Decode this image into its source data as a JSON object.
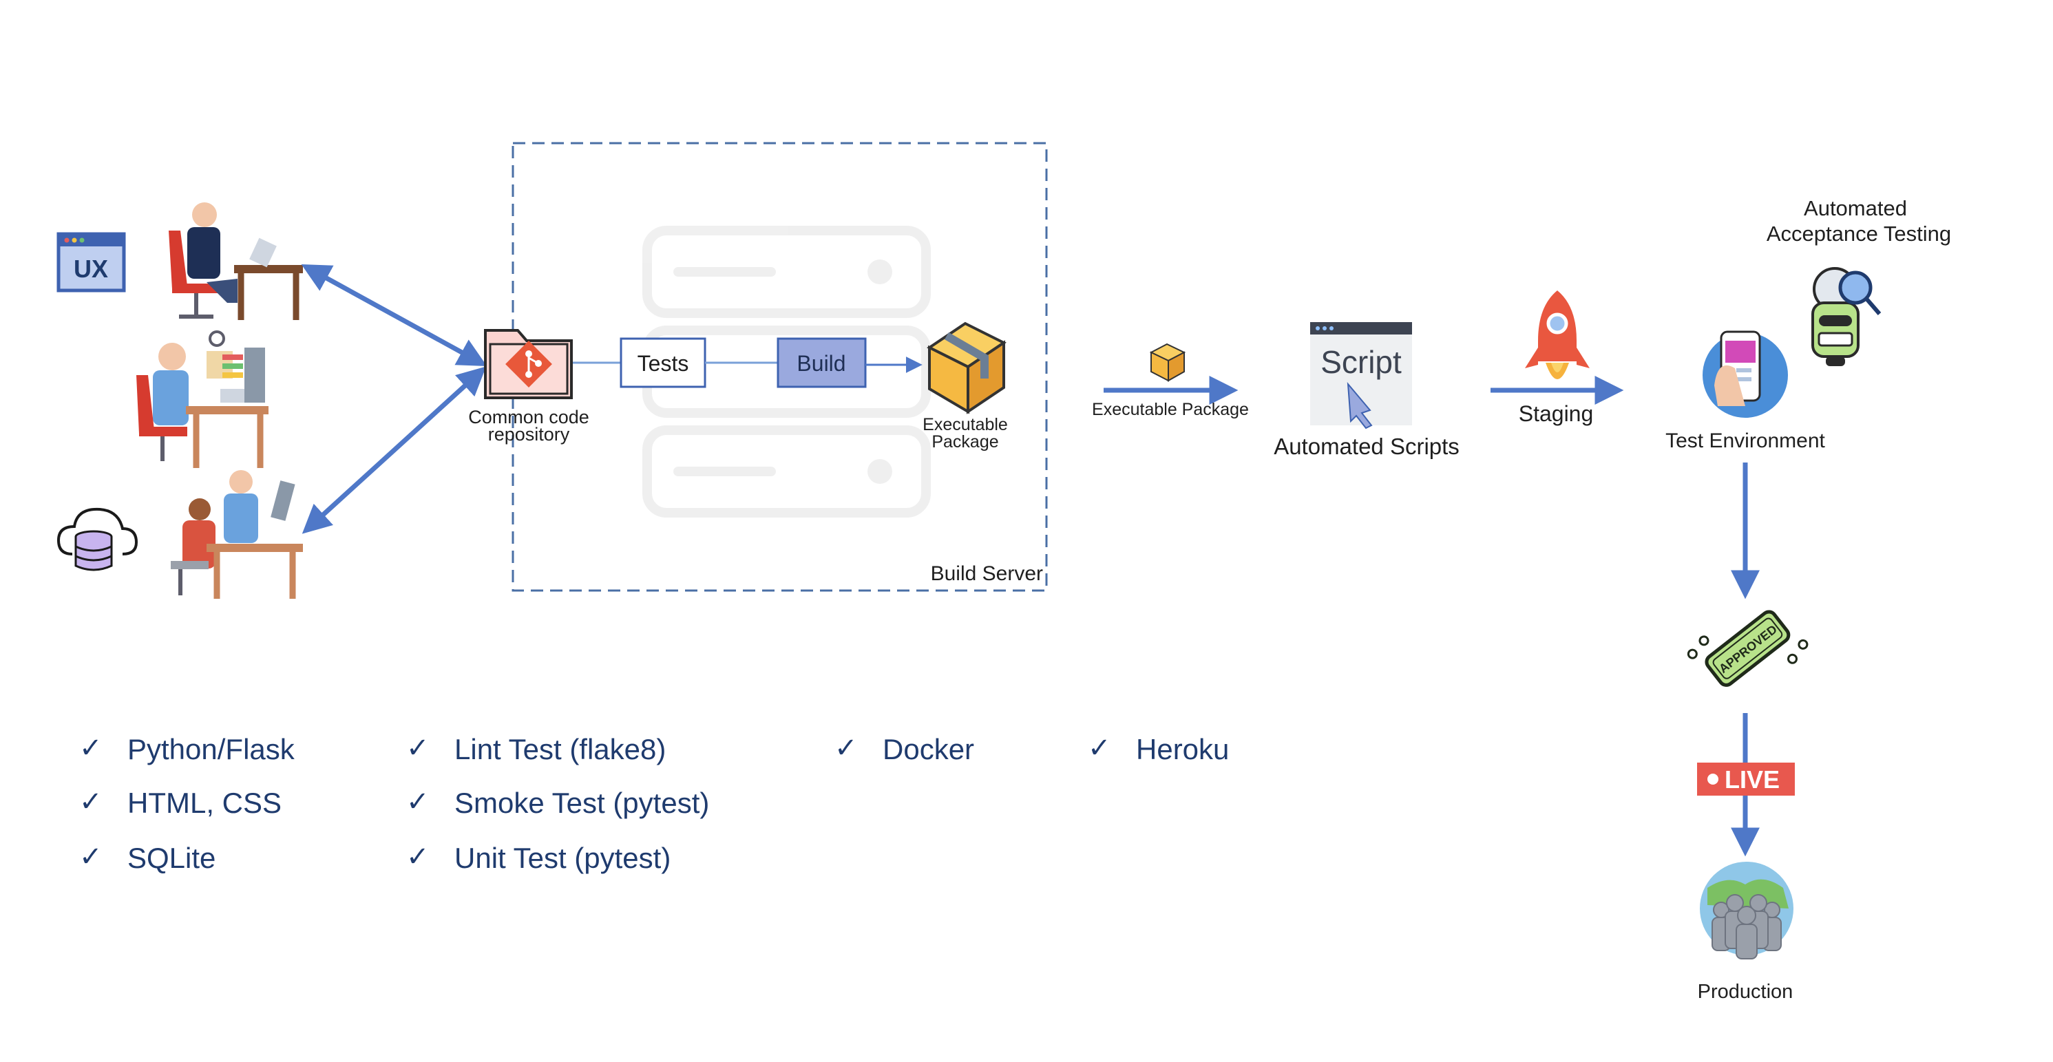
{
  "diagram": {
    "nodes": {
      "ux_icon": "UX",
      "repo": [
        "Common code",
        "repository"
      ],
      "tests": "Tests",
      "build": "Build",
      "exec_package": [
        "Executable",
        "Package"
      ],
      "build_server": "Build Server",
      "exec_package_arrow": "Executable Package",
      "script_icon": "Script",
      "automated_scripts": "Automated Scripts",
      "staging": "Staging",
      "test_environment": "Test Environment",
      "acceptance": [
        "Automated",
        "Acceptance Testing"
      ],
      "approved_stamp": "APPROVED",
      "live_badge": "LIVE",
      "production": "Production"
    },
    "colors": {
      "arrow": "#4f78c8",
      "dashed_border": "#4a6fa5",
      "build_box": "#9aa9de",
      "list_text": "#1f3b6e",
      "live_red": "#e8584e",
      "git_orange": "#e8583a",
      "box_yellow": "#f5b942"
    }
  },
  "tech_lists": [
    [
      "Python/Flask",
      "HTML, CSS",
      "SQLite"
    ],
    [
      "Lint Test (flake8)",
      "Smoke Test (pytest)",
      "Unit Test (pytest)"
    ],
    [
      "Docker"
    ],
    [
      "Heroku"
    ]
  ],
  "icons": [
    "ux-window-icon",
    "developer-at-desk-icon",
    "database-cloud-icon",
    "git-folder-icon",
    "server-rack-icon",
    "package-box-icon",
    "script-window-icon",
    "rocket-icon",
    "phone-test-icon",
    "robot-icon",
    "approved-stamp-icon",
    "live-badge-icon",
    "people-globe-icon"
  ]
}
